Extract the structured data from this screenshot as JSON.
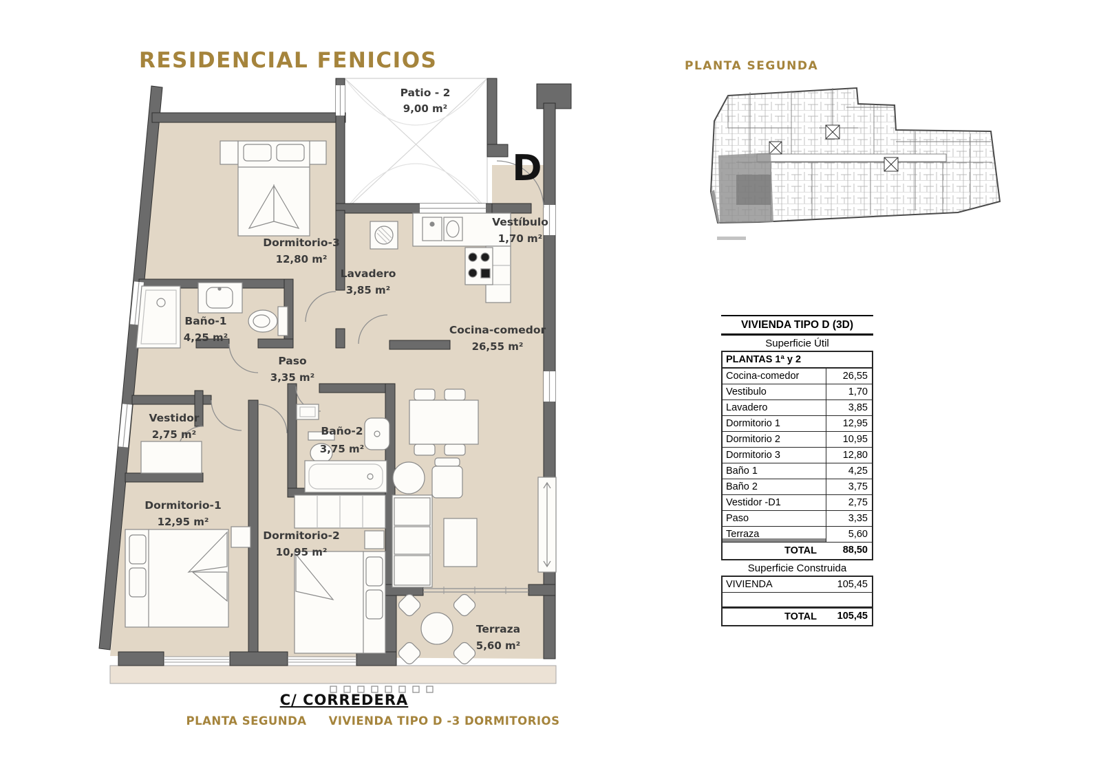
{
  "page": {
    "title": "RESIDENCIAL FENICIOS"
  },
  "overview": {
    "title": "PLANTA SEGUNDA"
  },
  "plan": {
    "unit_letter": "D",
    "rooms": [
      {
        "name": "Patio - 2",
        "area": "9,00 m²"
      },
      {
        "name": "Dormitorio-3",
        "area": "12,80 m²"
      },
      {
        "name": "Lavadero",
        "area": "3,85 m²"
      },
      {
        "name": "Vestíbulo",
        "area": "1,70 m²"
      },
      {
        "name": "Cocina-comedor",
        "area": "26,55 m²"
      },
      {
        "name": "Baño-1",
        "area": "4,25 m²"
      },
      {
        "name": "Paso",
        "area": "3,35 m²"
      },
      {
        "name": "Vestidor",
        "area": "2,75 m²"
      },
      {
        "name": "Baño-2",
        "area": "3,75 m²"
      },
      {
        "name": "Dormitorio-1",
        "area": "12,95 m²"
      },
      {
        "name": "Dormitorio-2",
        "area": "10,95 m²"
      },
      {
        "name": "Terraza",
        "area": "5,60 m²"
      }
    ],
    "street_label": "C/ CORREDERA",
    "caption_left": "PLANTA SEGUNDA",
    "caption_right": "VIVIENDA TIPO D -3 DORMITORIOS"
  },
  "table": {
    "title": "VIVIENDA TIPO D (3D)",
    "section_util": "Superficie Útil",
    "plants_header": "PLANTAS 1ª y 2",
    "rows": [
      {
        "label": "Cocina-comedor",
        "value": "26,55"
      },
      {
        "label": "Vestibulo",
        "value": "1,70"
      },
      {
        "label": "Lavadero",
        "value": "3,85"
      },
      {
        "label": "Dormitorio 1",
        "value": "12,95"
      },
      {
        "label": "Dormitorio 2",
        "value": "10,95"
      },
      {
        "label": "Dormitorio 3",
        "value": "12,80"
      },
      {
        "label": "Baño 1",
        "value": "4,25"
      },
      {
        "label": "Baño 2",
        "value": "3,75"
      },
      {
        "label": "Vestidor -D1",
        "value": "2,75"
      },
      {
        "label": "Paso",
        "value": "3,35"
      },
      {
        "label": "Terraza",
        "value": "5,60"
      }
    ],
    "total_label": "TOTAL",
    "total_value": "88,50",
    "section_construida": "Superficie Construida",
    "construida_rows": [
      {
        "label": "VIVIENDA",
        "value": "105,45"
      }
    ],
    "total2_label": "TOTAL",
    "total2_value": "105,45"
  },
  "colors": {
    "accent_gold": "#a5843c",
    "wall_gray": "#6b6b6b",
    "floor_beige": "#e2d7c6"
  }
}
